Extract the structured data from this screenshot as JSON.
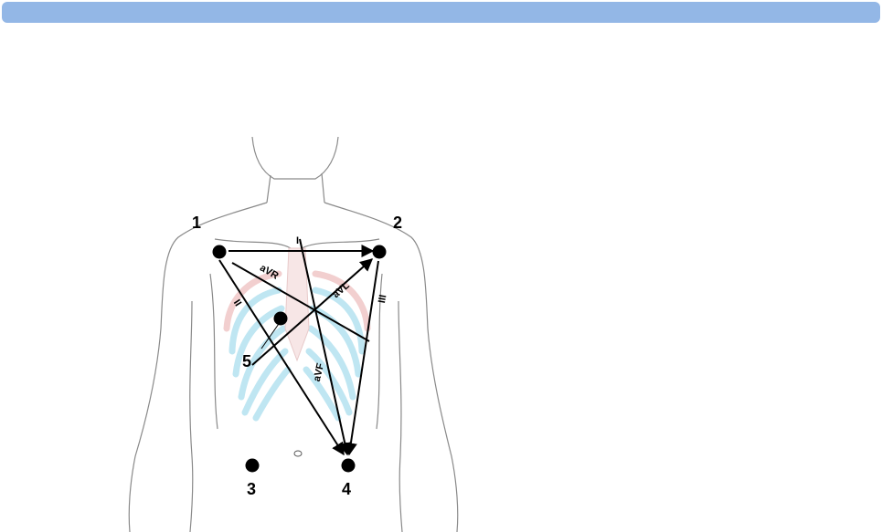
{
  "colors": {
    "header": "#93b7e6",
    "body_outline": "#8a8a8a",
    "ribs_blue": "#bfe6f2",
    "ribs_pink": "#f2cfcf",
    "sternum": "#f7e6e6",
    "line": "#000000"
  },
  "electrodes": [
    {
      "number": "1"
    },
    {
      "number": "2"
    },
    {
      "number": "3"
    },
    {
      "number": "4"
    },
    {
      "number": "5"
    }
  ],
  "leads": {
    "I": "I",
    "II": "II",
    "III": "III",
    "aVR": "aVR",
    "aVL": "aVL",
    "aVF": "aVF"
  }
}
